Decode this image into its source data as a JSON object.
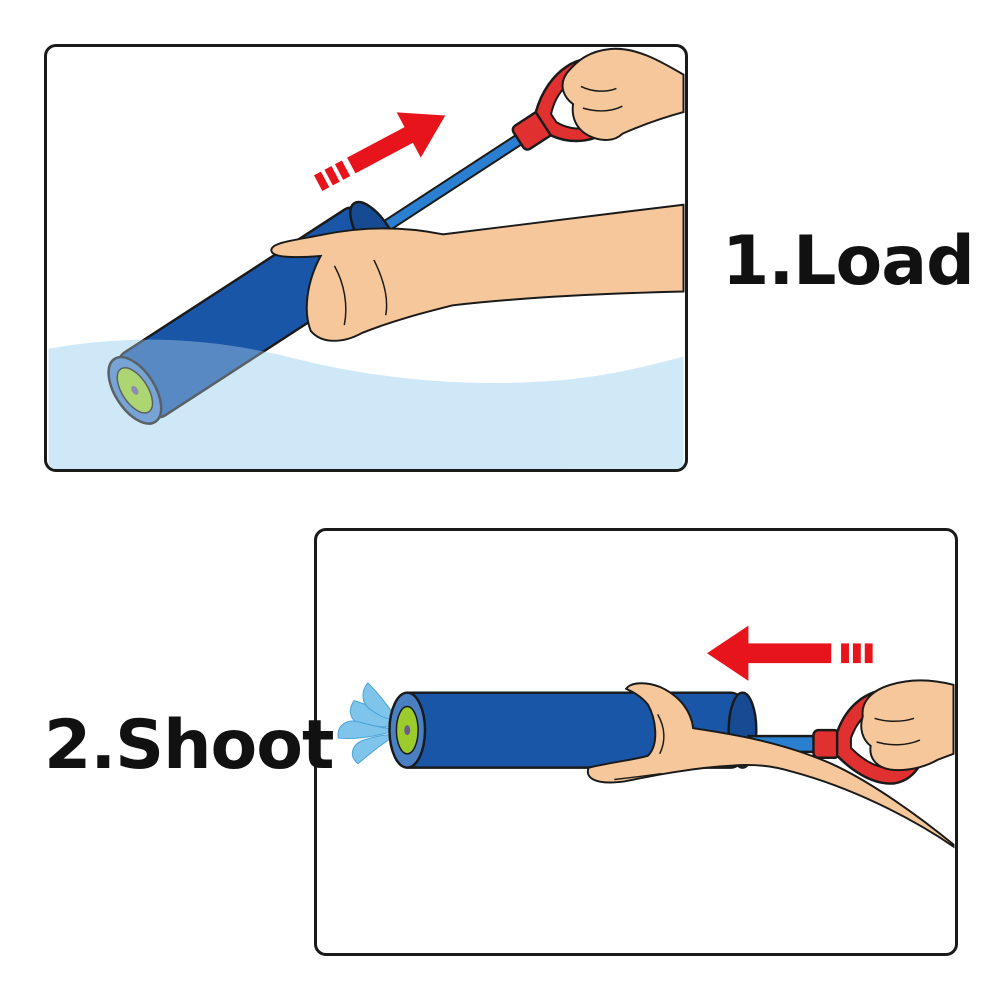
{
  "steps": {
    "load": {
      "label": "1.Load",
      "arrow_direction": "up-right"
    },
    "shoot": {
      "label": "2.Shoot",
      "arrow_direction": "left"
    }
  },
  "colors": {
    "tube": "#1a56a8",
    "tube_end": "#9ccc2c",
    "handle": "#e03030",
    "rod": "#2a7fd0",
    "arrow": "#e8141c",
    "skin": "#f5c79a",
    "water": "#cfe9f7",
    "outline": "#1a1a1a"
  },
  "icons": [
    "arrow-icon",
    "water-gun-icon",
    "hand-icon",
    "water-spray-icon"
  ]
}
